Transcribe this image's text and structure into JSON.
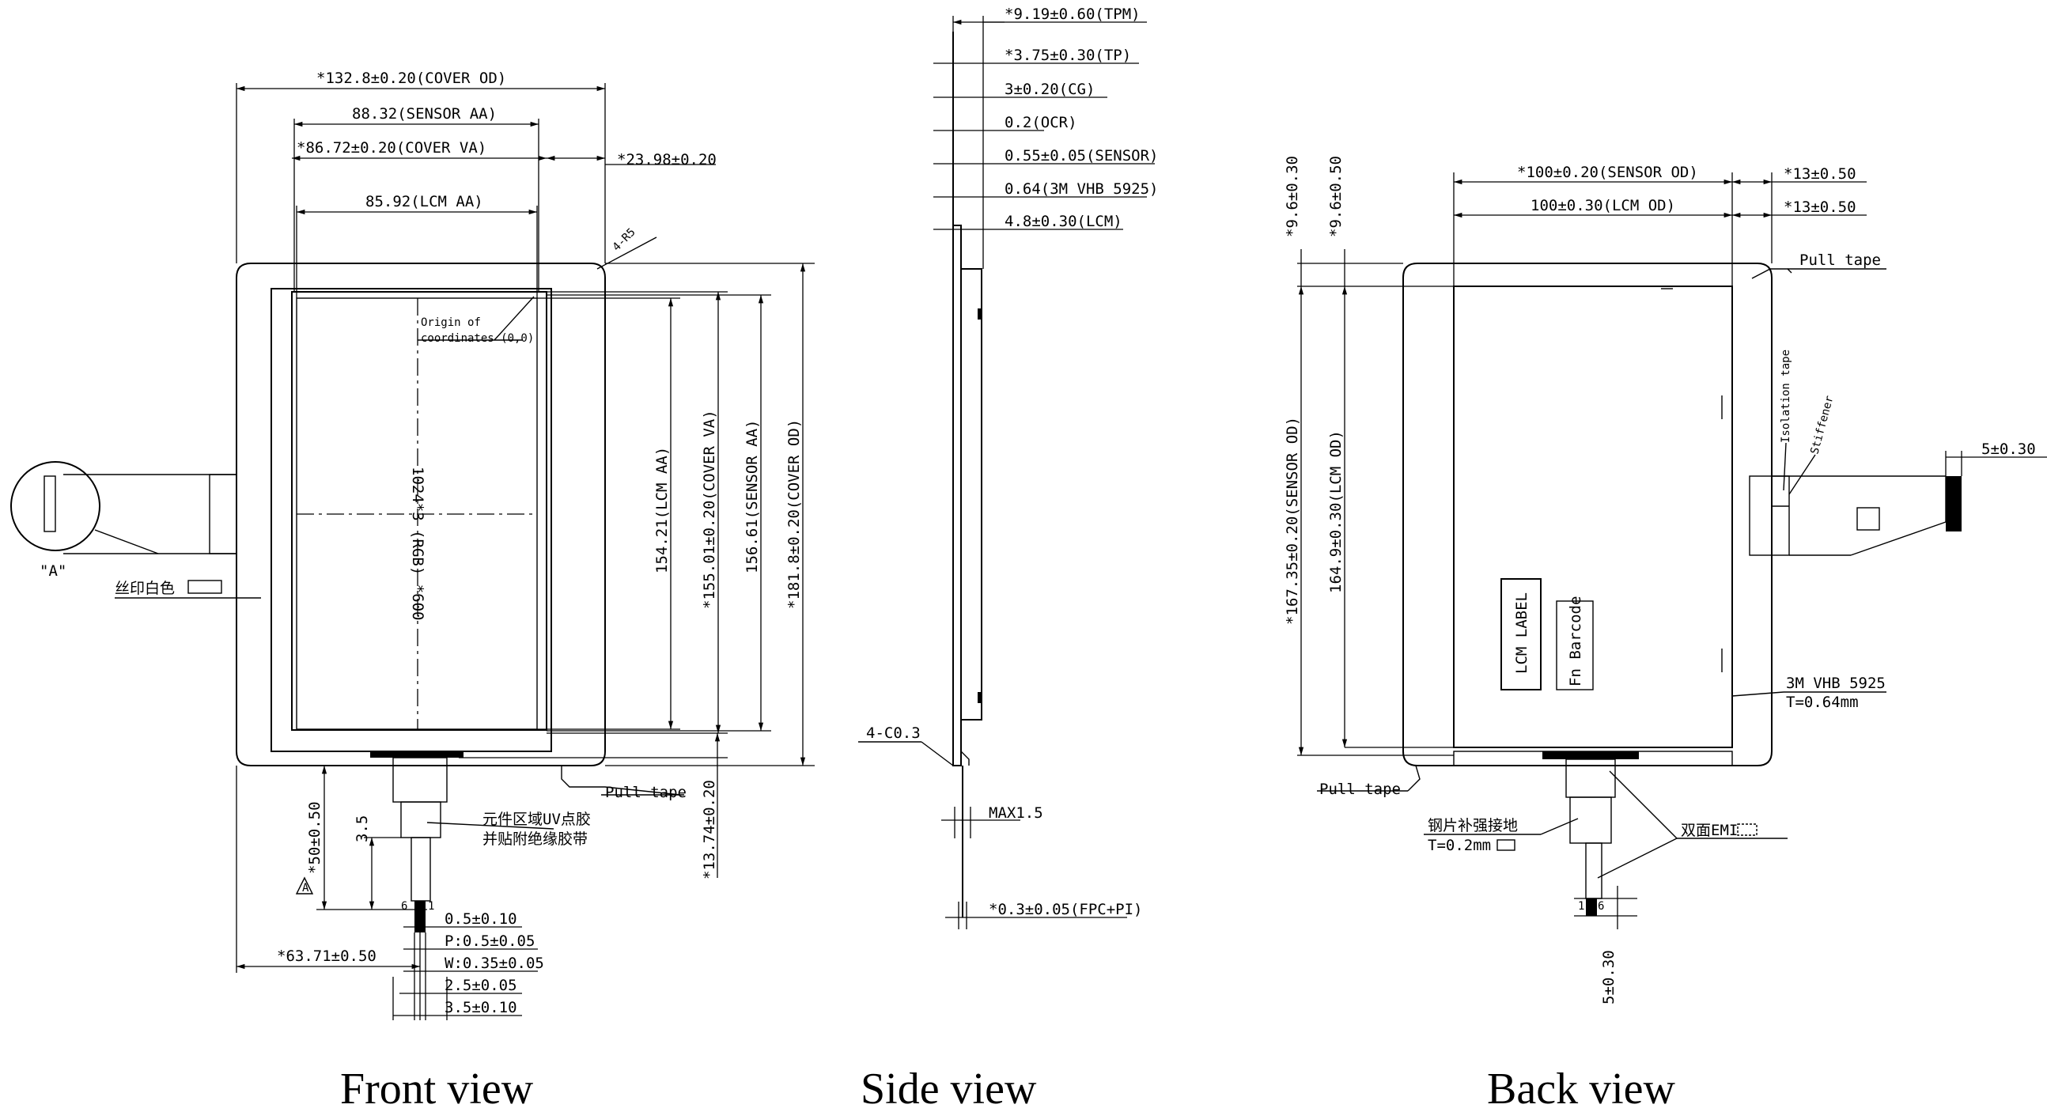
{
  "views": {
    "front": "Front view",
    "side": "Side view",
    "back": "Back view"
  },
  "front": {
    "cover_od_width": "*132.8±0.20(COVER OD)",
    "sensor_aa_width": "88.32(SENSOR AA)",
    "cover_va_width": "*86.72±0.20(COVER VA)",
    "offset_right": "*23.98±0.20",
    "lcm_aa_width": "85.92(LCM AA)",
    "corner_radius": "4-R5",
    "origin_line1": "Origin of",
    "origin_line2": "coordinates (0,0)",
    "resolution": "1024*3 (RGB) *600",
    "lcm_aa_height": "154.21(LCM AA)",
    "cover_va_height": "*155.01±0.20(COVER VA)",
    "sensor_aa_height": "156.61(SENSOR AA)",
    "cover_od_height": "*181.8±0.20(COVER OD)",
    "pull_tape": "Pull tape",
    "fpc_offset": "*13.74±0.20",
    "detail_label": "\"A\"",
    "silk_print": "丝印白色",
    "uv_glue_line1": "元件区域UV点胶",
    "uv_glue_line2": "并贴附绝缘胶带",
    "fpc_length": "*50±0.50",
    "stiffener_len": "3.5",
    "pin_first": "6",
    "pin_last": "1",
    "fpc_x_offset": "*63.71±0.50",
    "pin_05": "0.5±0.10",
    "pin_pitch": "P:0.5±0.05",
    "pin_width": "W:0.35±0.05",
    "pin_25": "2.5±0.05",
    "pin_35": "3.5±0.10",
    "warn_mark": "A"
  },
  "side": {
    "tpm": "*9.19±0.60(TPM)",
    "tp": "*3.75±0.30(TP)",
    "cg": "3±0.20(CG)",
    "ocr": "0.2(OCR)",
    "sensor": "0.55±0.05(SENSOR)",
    "vhb": "0.64(3M VHB 5925)",
    "lcm": "4.8±0.30(LCM)",
    "chamfer": "4-C0.3",
    "max": "MAX1.5",
    "fpc_pi": "*0.3±0.05(FPC+PI)"
  },
  "back": {
    "sensor_od_width": "*100±0.20(SENSOR OD)",
    "lcm_od_width": "100±0.30(LCM OD)",
    "right_13a": "*13±0.50",
    "right_13b": "*13±0.50",
    "pull_tape_top": "Pull tape",
    "top_96a": "*9.6±0.30",
    "top_96b": "*9.6±0.50",
    "sensor_od_height": "*167.35±0.20(SENSOR OD)",
    "lcm_od_height": "164.9±0.30(LCM OD)",
    "isolation_tape": "Isolation tape",
    "stiffener": "Stiffener",
    "fpc_5": "5±0.30",
    "lcm_label": "LCM LABEL",
    "fn_barcode": "Fn Barcode",
    "vhb_line1": "3M VHB 5925",
    "vhb_line2": "T=0.64mm",
    "pull_tape_bottom": "Pull tape",
    "steel_line1": "钢片补强接地",
    "steel_line2": "T=0.2mm",
    "emi": "双面EMI",
    "pin_first": "1",
    "pin_last": "6",
    "bottom_5": "5±0.30"
  }
}
